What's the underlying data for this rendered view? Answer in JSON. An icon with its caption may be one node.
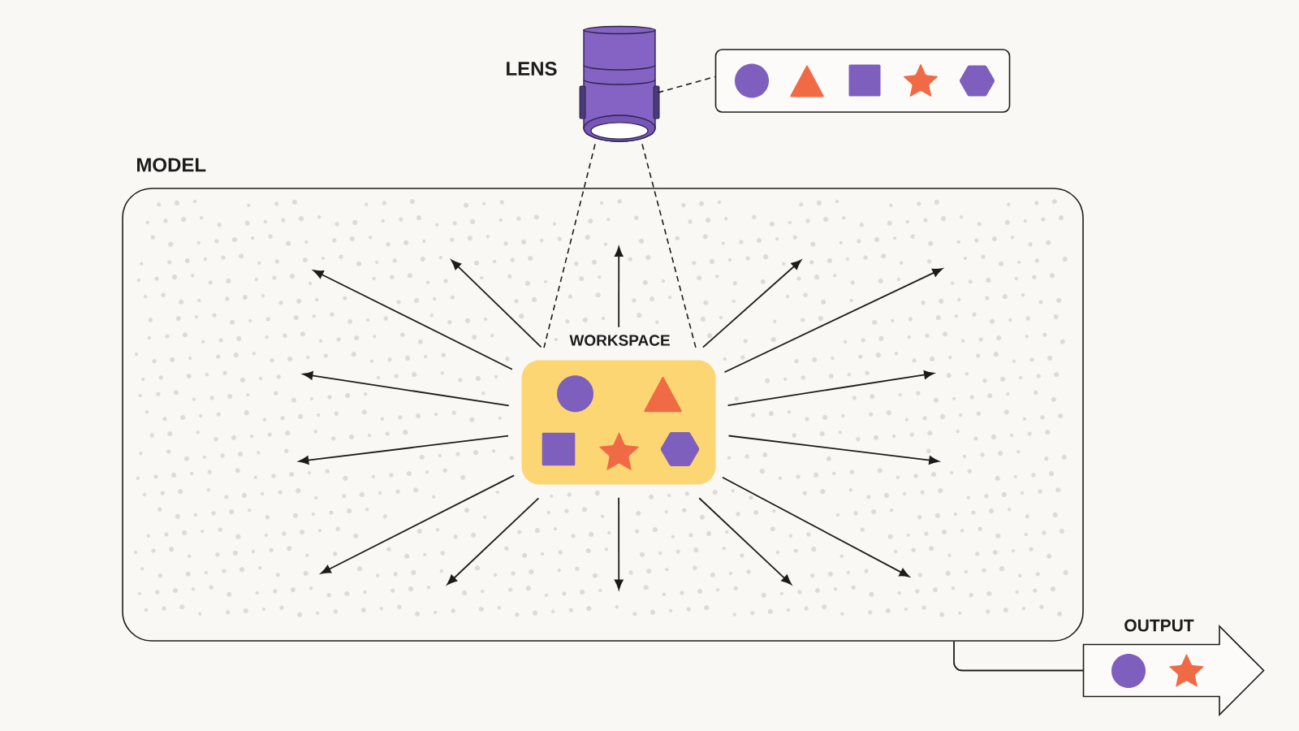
{
  "diagram": {
    "nodes": [
      {
        "text": [],
        "shape": "picture",
        "beside": [
          "LENS"
        ]
      },
      {
        "text": [],
        "shape": "box"
      },
      {
        "text": [
          "MODEL"
        ]
      },
      {
        "text": [
          "WORKSPACE"
        ],
        "in": 2
      },
      {
        "text": [
          "OUTPUT"
        ]
      }
    ],
    "edges": [
      {
        "from": 0,
        "to": 1,
        "arrow": "none",
        "style": "dashed"
      },
      {
        "from": 0,
        "to": 3,
        "arrow": "none",
        "style": "dashed"
      },
      {
        "from": 0,
        "to": 3,
        "arrow": "none",
        "style": "dashed"
      },
      {
        "from": 3,
        "to": null,
        "arrow": "to"
      },
      {
        "from": 3,
        "to": null,
        "arrow": "to"
      },
      {
        "from": 3,
        "to": null,
        "arrow": "to"
      },
      {
        "from": 3,
        "to": null,
        "arrow": "to"
      },
      {
        "from": 3,
        "to": null,
        "arrow": "to"
      },
      {
        "from": 3,
        "to": null,
        "arrow": "to"
      },
      {
        "from": 3,
        "to": null,
        "arrow": "to"
      },
      {
        "from": 3,
        "to": null,
        "arrow": "to"
      },
      {
        "from": 3,
        "to": null,
        "arrow": "to"
      },
      {
        "from": 3,
        "to": null,
        "arrow": "to"
      },
      {
        "from": 3,
        "to": null,
        "arrow": "to"
      },
      {
        "from": 3,
        "to": null,
        "arrow": "to"
      },
      {
        "from": 3,
        "to": null,
        "arrow": "to"
      },
      {
        "from": 3,
        "to": null,
        "arrow": "to"
      },
      {
        "from": 2,
        "to": 4,
        "arrow": "none"
      }
    ]
  }
}
